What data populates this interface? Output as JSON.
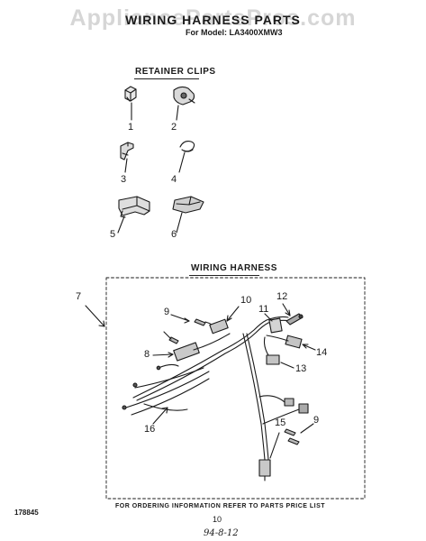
{
  "watermark": "AppliancePartsPros.com",
  "title": "WIRING HARNESS PARTS",
  "model": "For Model: LA3400XMW3",
  "sections": {
    "retainer": "RETAINER CLIPS",
    "harness": "WIRING HARNESS"
  },
  "part_numbers": [
    "1",
    "2",
    "3",
    "4",
    "5",
    "6",
    "7",
    "8",
    "9",
    "10",
    "11",
    "12",
    "13",
    "14",
    "15",
    "16",
    "9"
  ],
  "footer": {
    "ordering": "FOR ORDERING INFORMATION REFER TO PARTS PRICE LIST",
    "doc_number": "178845",
    "page": "10",
    "date": "94-8-12"
  }
}
